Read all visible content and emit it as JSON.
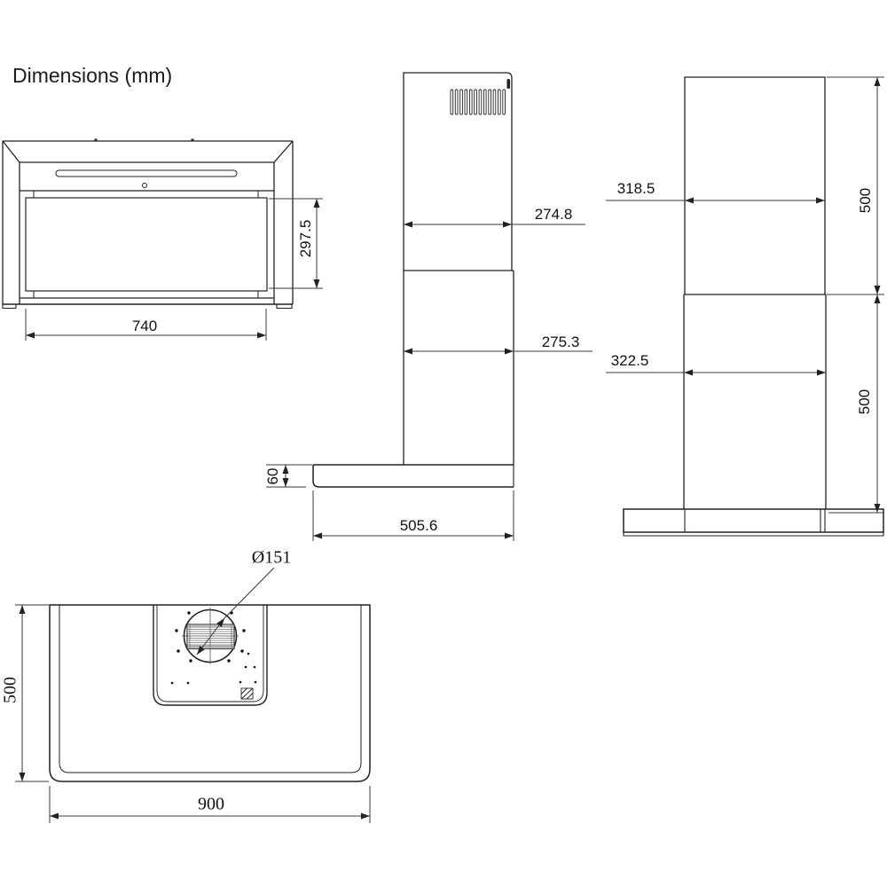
{
  "title": "Dimensions (mm)",
  "views": {
    "front": {
      "glass_width": "740",
      "glass_height": "297.5"
    },
    "side": {
      "upper_chimney_depth": "274.8",
      "lower_chimney_depth": "275.3",
      "body_height": "60",
      "body_depth": "505.6"
    },
    "rear": {
      "upper_chimney_width": "318.5",
      "lower_chimney_width": "322.5",
      "upper_chimney_height": "500",
      "lower_chimney_height": "500"
    },
    "bottom": {
      "outlet_diameter": "Ø151",
      "body_width": "900",
      "body_depth": "500"
    }
  }
}
